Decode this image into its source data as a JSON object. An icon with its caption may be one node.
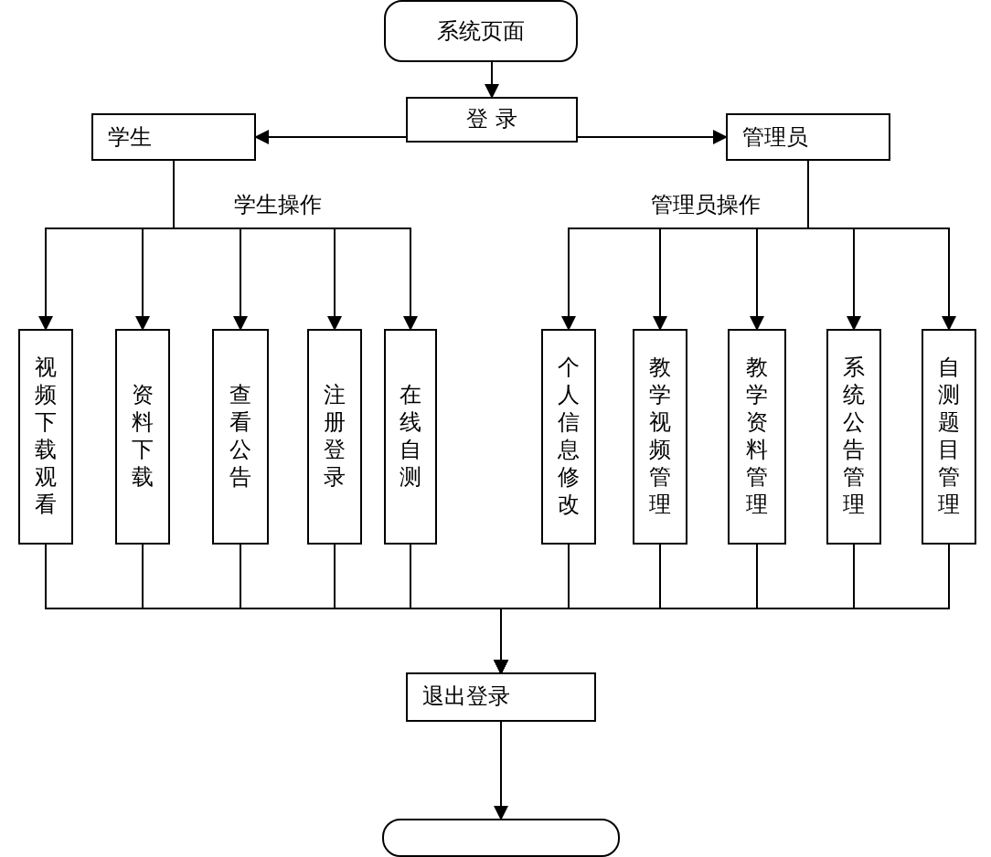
{
  "diagram": {
    "nodes": [
      {
        "text": [
          "系统页面"
        ]
      },
      {
        "text": [
          "登 录"
        ]
      },
      {
        "text": [
          "学生"
        ]
      },
      {
        "text": [
          "管理员"
        ]
      },
      {
        "text": [
          "视频下载观看"
        ]
      },
      {
        "text": [
          "资料下载"
        ]
      },
      {
        "text": [
          "查看公告"
        ]
      },
      {
        "text": [
          "注册登录"
        ]
      },
      {
        "text": [
          "在线自测"
        ]
      },
      {
        "text": [
          "个人信息修改"
        ]
      },
      {
        "text": [
          "教学视频管理"
        ]
      },
      {
        "text": [
          "教学资料管理"
        ]
      },
      {
        "text": [
          "系统公告管理"
        ]
      },
      {
        "text": [
          "自测题目管理"
        ]
      },
      {
        "text": [
          "退出登录"
        ]
      },
      {
        "text": [],
        "shape": "box"
      }
    ],
    "edges": [
      {
        "from": 0,
        "to": 1,
        "arrow": "to"
      },
      {
        "from": 1,
        "to": 2,
        "arrow": "to"
      },
      {
        "from": 1,
        "to": 3,
        "arrow": "to"
      },
      {
        "from": 2,
        "to": 4,
        "arrow": "to"
      },
      {
        "from": 2,
        "to": 5,
        "arrow": "to"
      },
      {
        "from": 2,
        "to": 6,
        "arrow": "to"
      },
      {
        "from": 2,
        "to": 7,
        "arrow": "to"
      },
      {
        "from": 2,
        "to": 8,
        "arrow": "to"
      },
      {
        "from": 3,
        "to": 9,
        "arrow": "to"
      },
      {
        "from": 3,
        "to": 10,
        "arrow": "to"
      },
      {
        "from": 3,
        "to": 11,
        "arrow": "to"
      },
      {
        "from": 3,
        "to": 12,
        "arrow": "to"
      },
      {
        "from": 3,
        "to": 13,
        "arrow": "to"
      },
      {
        "from": 4,
        "to": 14,
        "arrow": "to"
      },
      {
        "from": 5,
        "to": 14,
        "arrow": "to"
      },
      {
        "from": 6,
        "to": 14,
        "arrow": "to"
      },
      {
        "from": 7,
        "to": 14,
        "arrow": "to"
      },
      {
        "from": 8,
        "to": 14,
        "arrow": "to"
      },
      {
        "from": 9,
        "to": 14,
        "arrow": "to"
      },
      {
        "from": 10,
        "to": 14,
        "arrow": "to"
      },
      {
        "from": 11,
        "to": 14,
        "arrow": "to"
      },
      {
        "from": 12,
        "to": 14,
        "arrow": "to"
      },
      {
        "from": 13,
        "to": 14,
        "arrow": "to"
      },
      {
        "from": 14,
        "to": 15,
        "arrow": "to"
      }
    ],
    "labels": [
      "学生操作",
      "管理员操作"
    ]
  }
}
